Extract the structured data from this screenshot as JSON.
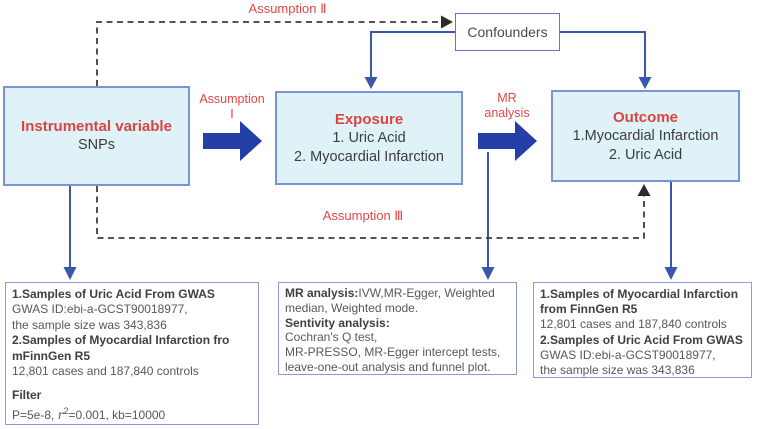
{
  "labels": {
    "assumption1_line1": "Assumption",
    "assumption1_line2": "Ⅰ",
    "assumption2": "Assumption Ⅱ",
    "assumption3": "Assumption Ⅲ",
    "mr_line1": "MR",
    "mr_line2": "analysis"
  },
  "boxes": {
    "instrumental": {
      "title": "Instrumental variable",
      "subtitle": "SNPs"
    },
    "exposure": {
      "title": "Exposure",
      "item1": "1. Uric Acid",
      "item2": "2. Myocardial Infarction"
    },
    "outcome": {
      "title": "Outcome",
      "item1": "1.Myocardial Infarction",
      "item2": "2. Uric Acid"
    },
    "confounders": {
      "title": "Confounders"
    }
  },
  "details": {
    "left": {
      "lines": [
        "1.Samples of Uric Acid From GWAS",
        "GWAS ID:ebi-a-GCST90018977,",
        "the sample size was 343,836",
        "2.Samples of Myocardial Infarction fro",
        "mFinnGen R5",
        "12,801 cases and 187,840 controls",
        "Filter"
      ],
      "filter": {
        "prefix": "P=5e-8, ",
        "var": "r",
        "sup": "2",
        "suffix": "=0.001, kb=10000"
      }
    },
    "middle": {
      "heading": "MR analysis:",
      "heading_rest": "IVW,MR-Egger, Weighted",
      "line2": "median, Weighted mode.",
      "line3": "Sentivity analysis:",
      "line4": "Cochran's Q test,",
      "line5": "MR-PRESSO, MR-Egger intercept tests,",
      "line6": "leave-one-out analysis and funnel plot."
    },
    "right": {
      "lines": [
        "1.Samples of Myocardial Infarction",
        "from FinnGen R5",
        "12,801 cases and 187,840 controls",
        "2.Samples of Uric Acid From GWAS",
        "GWAS ID:ebi-a-GCST90018977,",
        "the sample size was 343,836"
      ]
    }
  },
  "colors": {
    "accent_red": "#e04848",
    "node_fill": "#def2f8",
    "node_border": "#7b93d6",
    "confounders_border": "#6673c9",
    "detail_border": "#8f99d9",
    "block_arrow_blue": "#2440a8",
    "connector_blue": "#3a57a9",
    "dashed_dark": "#3c3c3c"
  }
}
